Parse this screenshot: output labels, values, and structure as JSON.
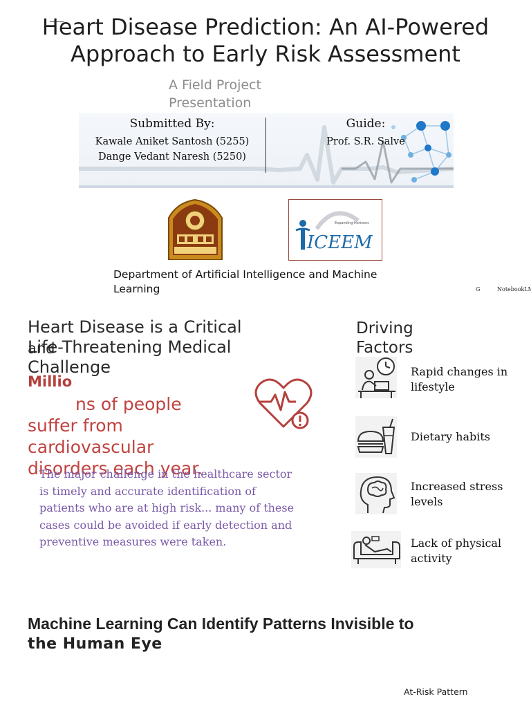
{
  "title": {
    "line1": "Heart Disease Prediction: An AI-Powered",
    "line2": "Approach to Early Risk Assessment",
    "subtitle": "A Field Project Presentation"
  },
  "submitted": {
    "heading": "Submitted By:",
    "members": [
      "Kawale Aniket Santosh (5255)",
      "Dange Vedant Naresh (5250)"
    ]
  },
  "guide": {
    "heading": "Guide:",
    "name": "Prof. S.R. Salve"
  },
  "logos": {
    "right_text": "ICEEM",
    "right_tagline": "Expanding Horizons"
  },
  "department": "Department of Artificial Intelligence and Machine Learning",
  "notebook": {
    "g": "G",
    "name": "NotebookLM"
  },
  "challenge": {
    "heading": "Heart Disease is a Critical Life-Threatening Medical Challenge",
    "overlap_word": "and",
    "stat_part1": "Millio",
    "stat_part2": "ns of people suffer from cardiovascular disorders each year.",
    "quote": "The major challenge in the healthcare sector is timely and accurate identification of patients who are at high risk... many of these cases could be avoided if early detection and preventive measures were taken."
  },
  "driving": {
    "heading": "Driving Factors",
    "factors": [
      {
        "label": "Rapid changes in lifestyle",
        "icon": "desk-clock-icon"
      },
      {
        "label": "Dietary habits",
        "icon": "burger-drink-icon"
      },
      {
        "label": "Increased stress levels",
        "icon": "brain-head-icon"
      },
      {
        "label": "Lack of physical activity",
        "icon": "couch-person-icon"
      }
    ]
  },
  "ml": {
    "title_line1": "Machine Learning Can Identify Patterns Invisible to",
    "title_line2": "the Human Eye",
    "label": "At-Risk Pattern"
  },
  "colors": {
    "accent_red": "#c0423f",
    "quote_purple": "#7a5aa8",
    "banner_blue": "#1f78c8"
  }
}
